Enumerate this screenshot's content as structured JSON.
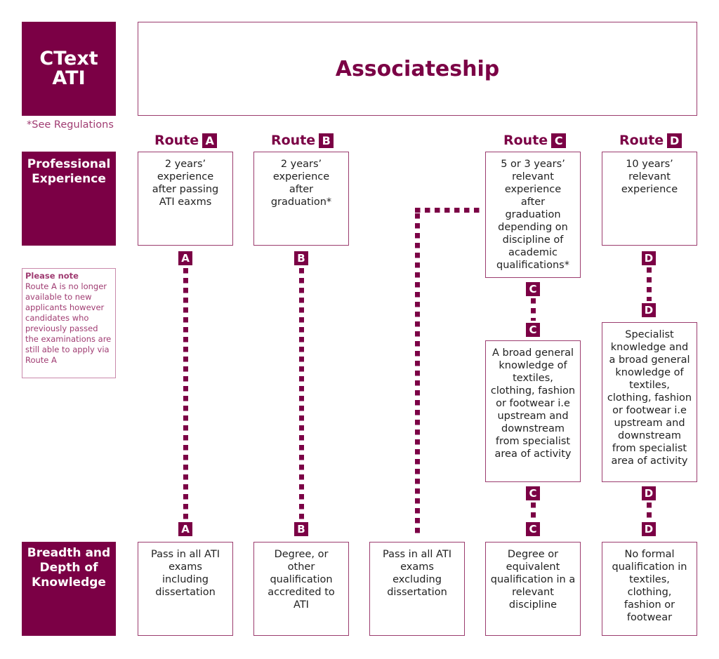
{
  "logo": {
    "line1": "CText",
    "line2": "ATI"
  },
  "title": "Associateship",
  "see_regulations": "*See Regulations",
  "row_labels": {
    "professional_experience": "Professional Experience",
    "breadth_depth": "Breadth and Depth of Knowledge"
  },
  "route_word": "Route",
  "routes": {
    "a": {
      "letter": "A",
      "experience": "2 years’ experience after passing ATI eaxms",
      "knowledge": "Pass in all ATI exams including dissertation"
    },
    "b": {
      "letter": "B",
      "experience": "2 years’ experience after graduation*",
      "knowledge": "Degree, or other qualification accredited to ATI"
    },
    "pass": {
      "knowledge": "Pass in all ATI exams excluding dissertation"
    },
    "c": {
      "letter": "C",
      "experience": "5 or 3 years’ relevant experience after graduation depending on discipline of academic qualifications*",
      "middle": "A broad general knowledge of textiles, clothing, fashion or footwear i.e upstream and downstream from specialist area of activity",
      "knowledge": "Degree or equivalent qualification in a relevant discipline"
    },
    "d": {
      "letter": "D",
      "experience": "10 years’ relevant experience",
      "middle": "Specialist knowledge and a broad general knowledge of textiles, clothing, fashion or footwear i.e upstream and downstream from specialist area of activity",
      "knowledge": "No formal qualification in textiles, clothing, fashion or footwear"
    }
  },
  "note": {
    "heading": "Please note",
    "text": "Route A is no longer available to new applicants however candidates who previously passed the examinations are still able to apply via Route A"
  },
  "colors": {
    "accent": "#7b0045",
    "border": "#9b3c6e",
    "note_text": "#a03c72"
  }
}
